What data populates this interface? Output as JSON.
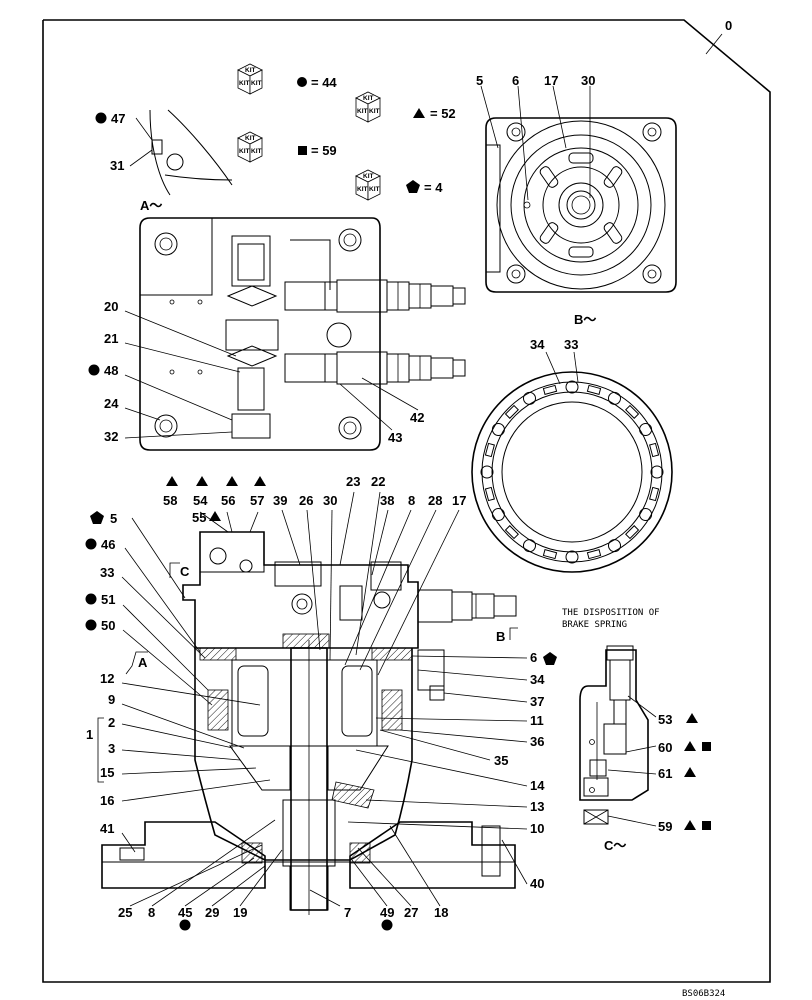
{
  "drawing": {
    "sheet_ref": "0",
    "drawing_code": "BS06B324",
    "note_lines": [
      "THE DISPOSITION OF",
      "BRAKE SPRING"
    ],
    "view_labels": {
      "a": "A～",
      "b": "B～",
      "c": "C～",
      "a_mark": "A",
      "b_mark": "B",
      "c_mark": "C"
    }
  },
  "legend": {
    "kit_text": "KIT",
    "entries": [
      {
        "symbol": "circle",
        "value": "= 44"
      },
      {
        "symbol": "triangle",
        "value": "= 52"
      },
      {
        "symbol": "square",
        "value": "= 59"
      },
      {
        "symbol": "pentagon",
        "value": "= 4"
      }
    ]
  },
  "callouts": {
    "c47": "47",
    "c31": "31",
    "c5top": "5",
    "c6top": "6",
    "c17top": "17",
    "c30top": "30",
    "c20": "20",
    "c21": "21",
    "c48": "48",
    "c24": "24",
    "c32": "32",
    "c42": "42",
    "c43": "43",
    "c34r": "34",
    "c33r": "33",
    "c58": "58",
    "c54": "54",
    "c56": "56",
    "c57": "57",
    "c55": "55",
    "c39": "39",
    "c26": "26",
    "c30m": "30",
    "c23": "23",
    "c22": "22",
    "c38": "38",
    "c8m": "8",
    "c28": "28",
    "c17m": "17",
    "c5m": "5",
    "c46": "46",
    "c33m": "33",
    "c51": "51",
    "c50": "50",
    "c6m": "6",
    "c34m": "34",
    "c37": "37",
    "c11": "11",
    "c36": "36",
    "c35": "35",
    "c14": "14",
    "c13": "13",
    "c10": "10",
    "c12": "12",
    "c9": "9",
    "c1": "1",
    "c2": "2",
    "c3": "3",
    "c15": "15",
    "c16": "16",
    "c41": "41",
    "c40": "40",
    "c25": "25",
    "c8b": "8",
    "c45": "45",
    "c29": "29",
    "c19": "19",
    "c7": "7",
    "c49": "49",
    "c27": "27",
    "c18": "18",
    "c53": "53",
    "c60": "60",
    "c61": "61",
    "c59": "59"
  }
}
